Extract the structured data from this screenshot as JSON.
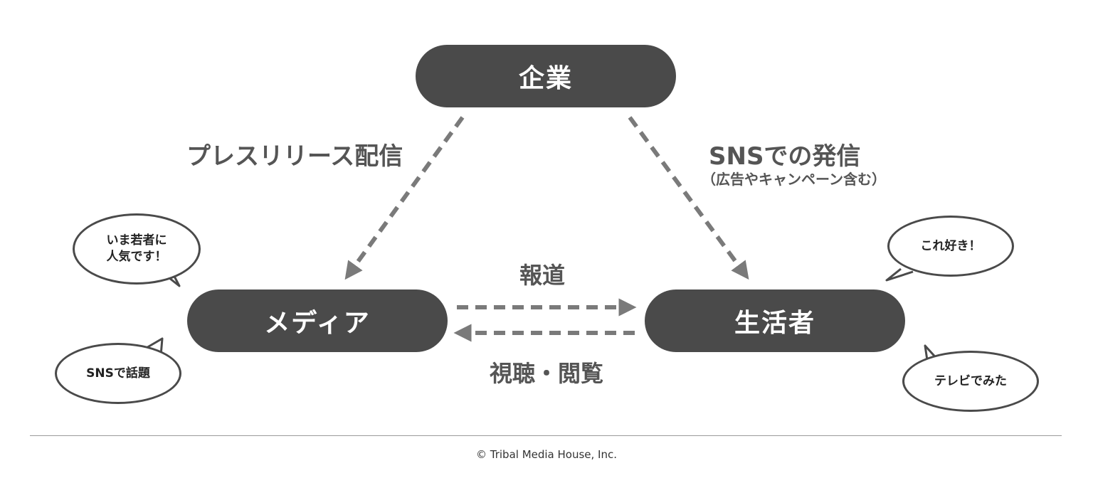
{
  "nodes": {
    "company": "企業",
    "media": "メディア",
    "consumer": "生活者"
  },
  "edges": {
    "press_release": "プレスリリース配信",
    "sns_post": "SNSでの発信",
    "sns_post_note": "（広告やキャンペーン含む）",
    "coverage": "報道",
    "viewing": "視聴・閲覧"
  },
  "bubbles": {
    "media_top_line1": "いま若者に",
    "media_top_line2": "人気です！",
    "media_bottom": "SNSで話題",
    "consumer_top": "これ好き！",
    "consumer_bottom": "テレビでみた"
  },
  "footer": {
    "copyright": "© Tribal Media House, Inc."
  }
}
